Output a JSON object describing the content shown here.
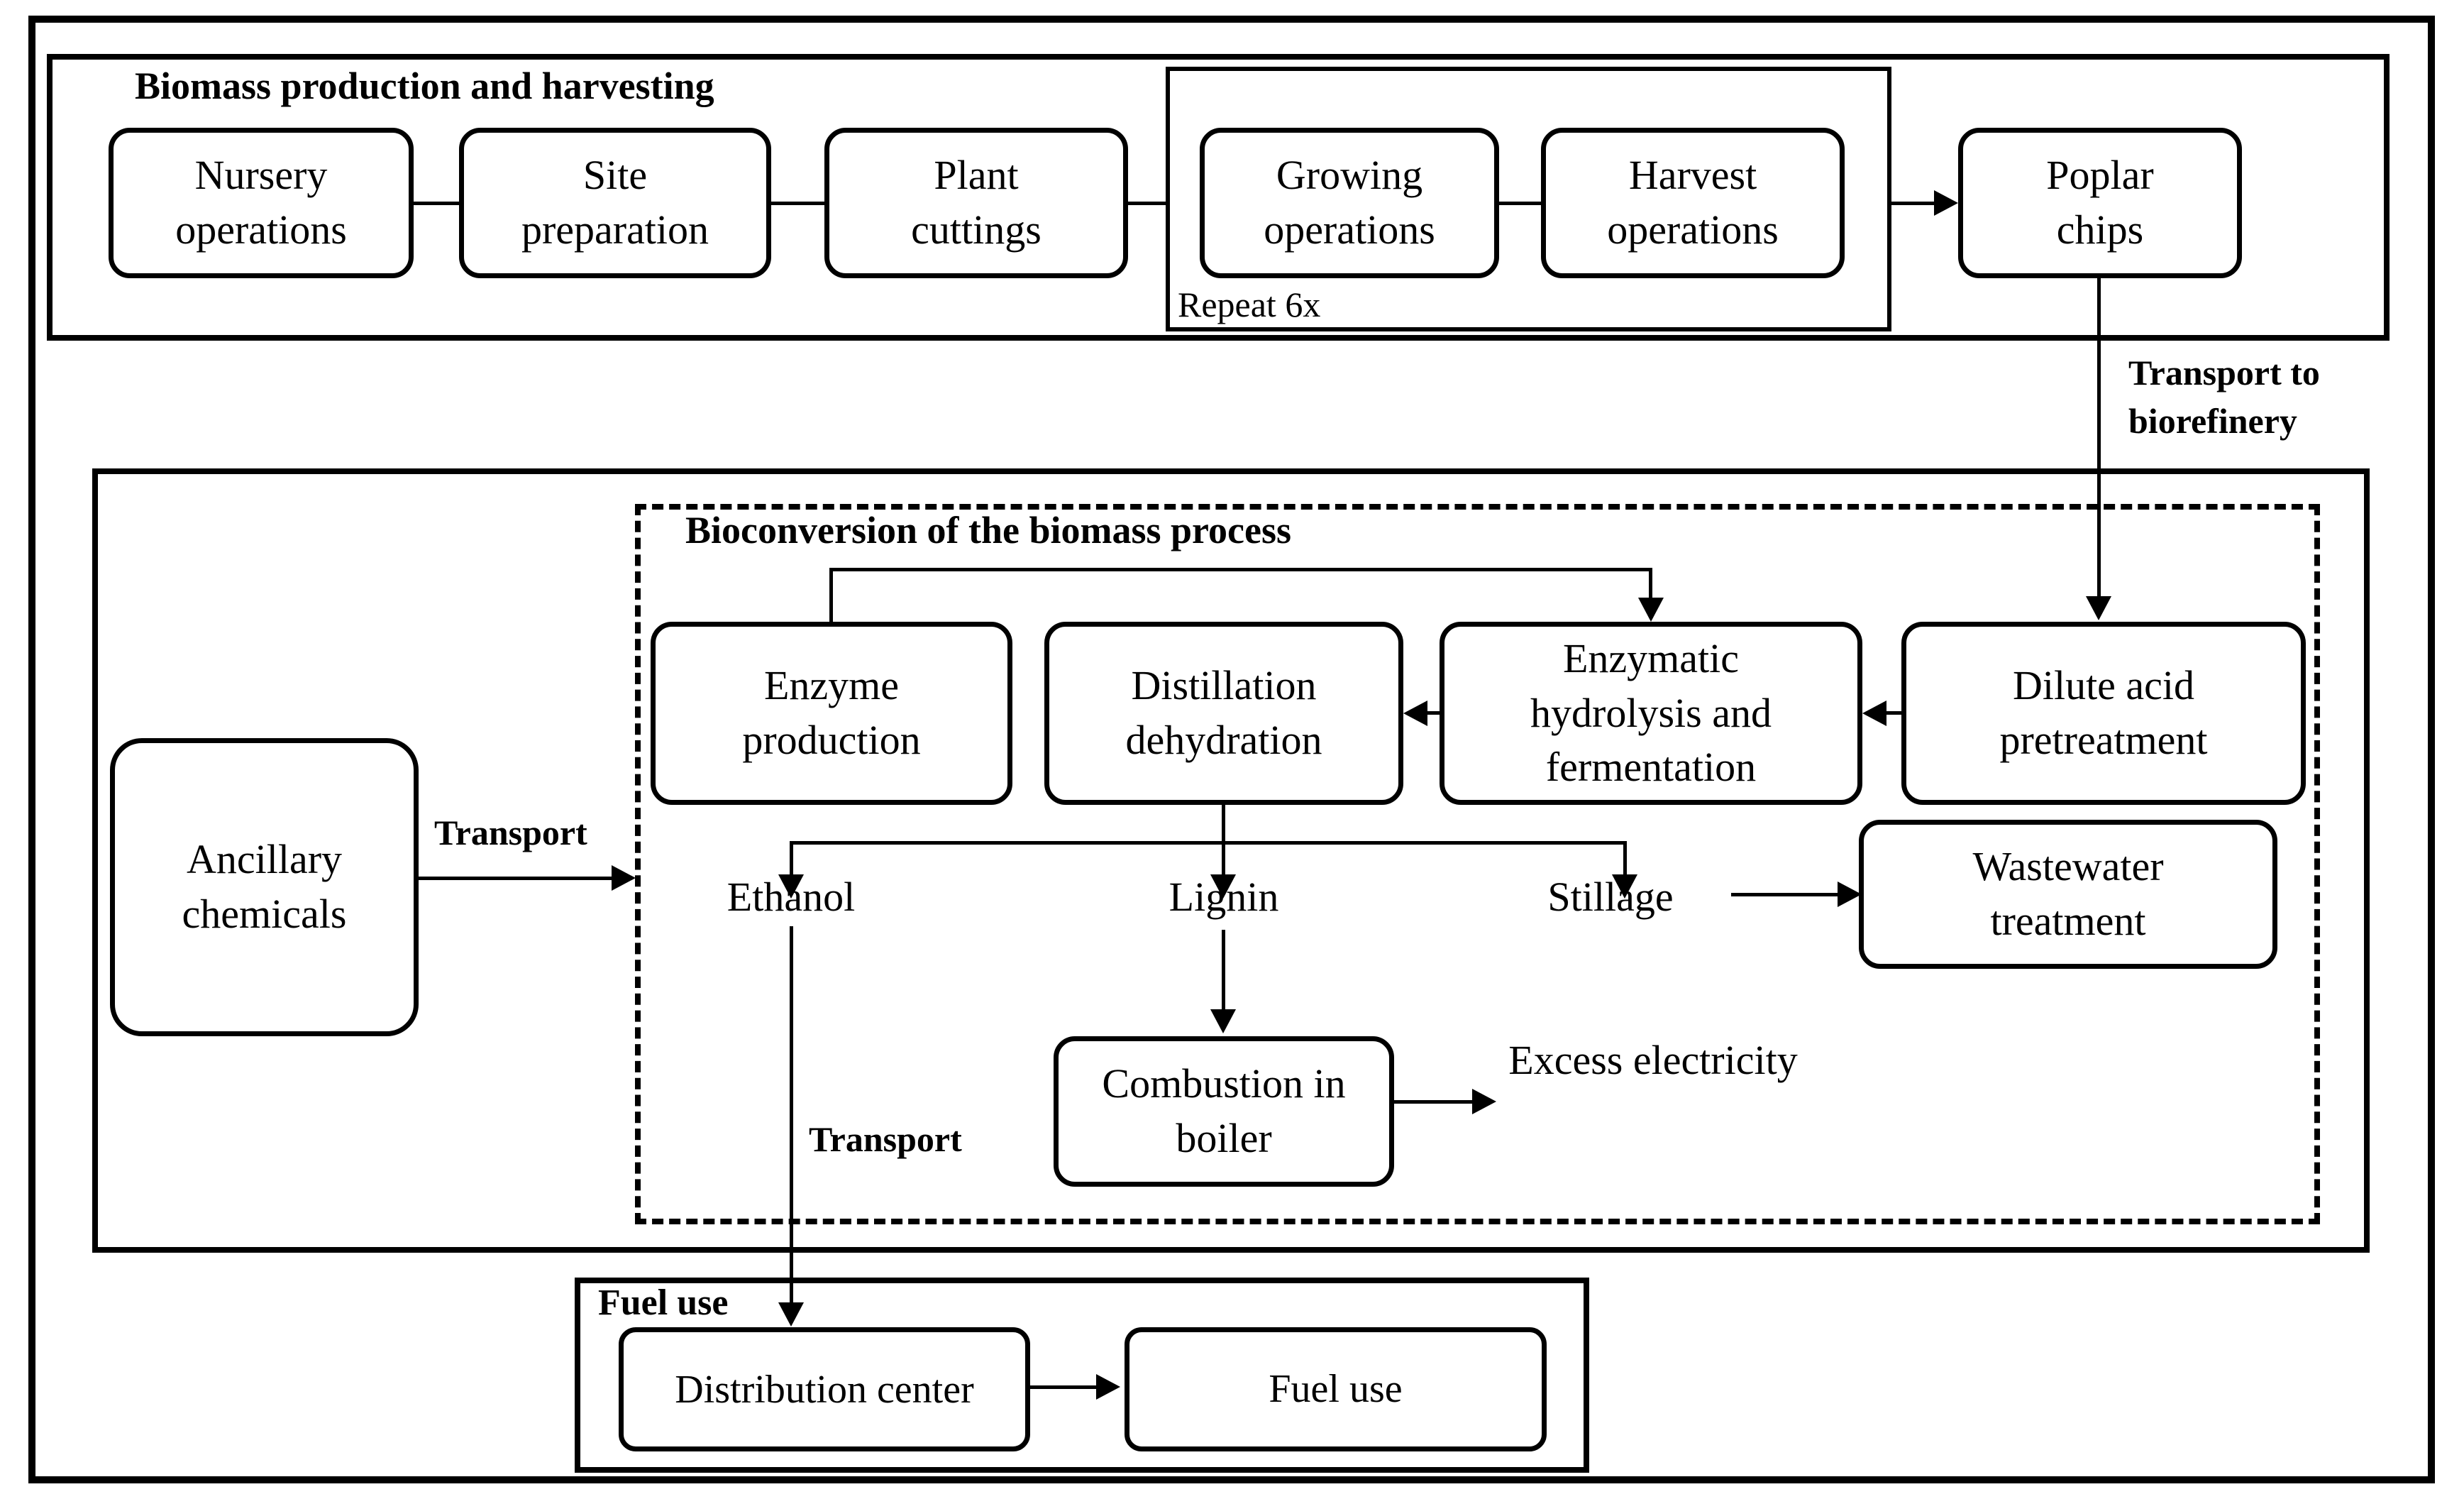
{
  "colors": {
    "ink": "#000000",
    "background": "#ffffff"
  },
  "sections": {
    "biomass": {
      "title": "Biomass production and harvesting",
      "repeat_label": "Repeat 6x",
      "nodes": {
        "nursery": "Nursery operations",
        "site": "Site preparation",
        "plant": "Plant cuttings",
        "growing": "Growing operations",
        "harvest": "Harvest operations",
        "poplar": "Poplar chips"
      }
    },
    "transport_to_biorefinery": "Transport to biorefinery",
    "bioconversion": {
      "title": "Bioconversion of the biomass process",
      "nodes": {
        "enzyme": "Enzyme production",
        "distillation": "Distillation dehydration",
        "enzymatic": "Enzymatic hydrolysis and fermentation",
        "dilute": "Dilute acid pretreatment",
        "wastewater": "Wastewater treatment",
        "combustion": "Combustion in boiler"
      },
      "flows": {
        "ethanol": "Ethanol",
        "lignin": "Lignin",
        "stillage": "Stillage",
        "excess_electricity": "Excess electricity"
      },
      "transport_label": "Transport"
    },
    "ancillary": {
      "node": "Ancillary chemicals",
      "transport_label": "Transport"
    },
    "fuel": {
      "title": "Fuel use",
      "nodes": {
        "distribution": "Distribution center",
        "fuel_use": "Fuel use"
      }
    }
  }
}
